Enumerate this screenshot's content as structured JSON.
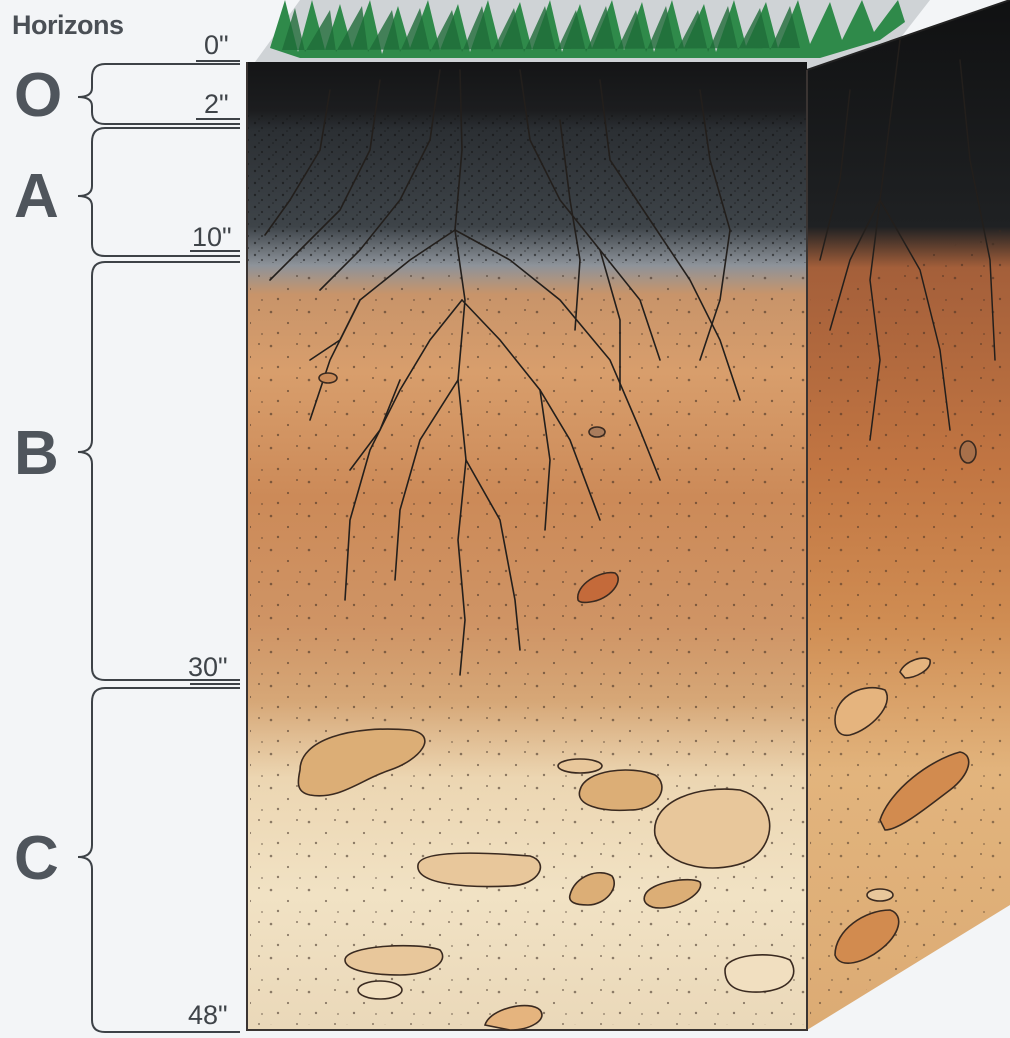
{
  "title": "Horizons",
  "horizons": [
    {
      "letter": "O",
      "top_label": "0\"",
      "bottom_label": "2\""
    },
    {
      "letter": "A",
      "bottom_label": "10\""
    },
    {
      "letter": "B",
      "bottom_label": "30\""
    },
    {
      "letter": "C",
      "bottom_label": "48\""
    }
  ],
  "colors": {
    "organic": "#1d1e20",
    "topsoil": "#3b4147",
    "subsoil": "#c98a58",
    "parent": "#edd9b6",
    "grass": "#2f8a4a",
    "rock": "#dcae76",
    "root": "#2a2522",
    "label": "#4f555c"
  }
}
